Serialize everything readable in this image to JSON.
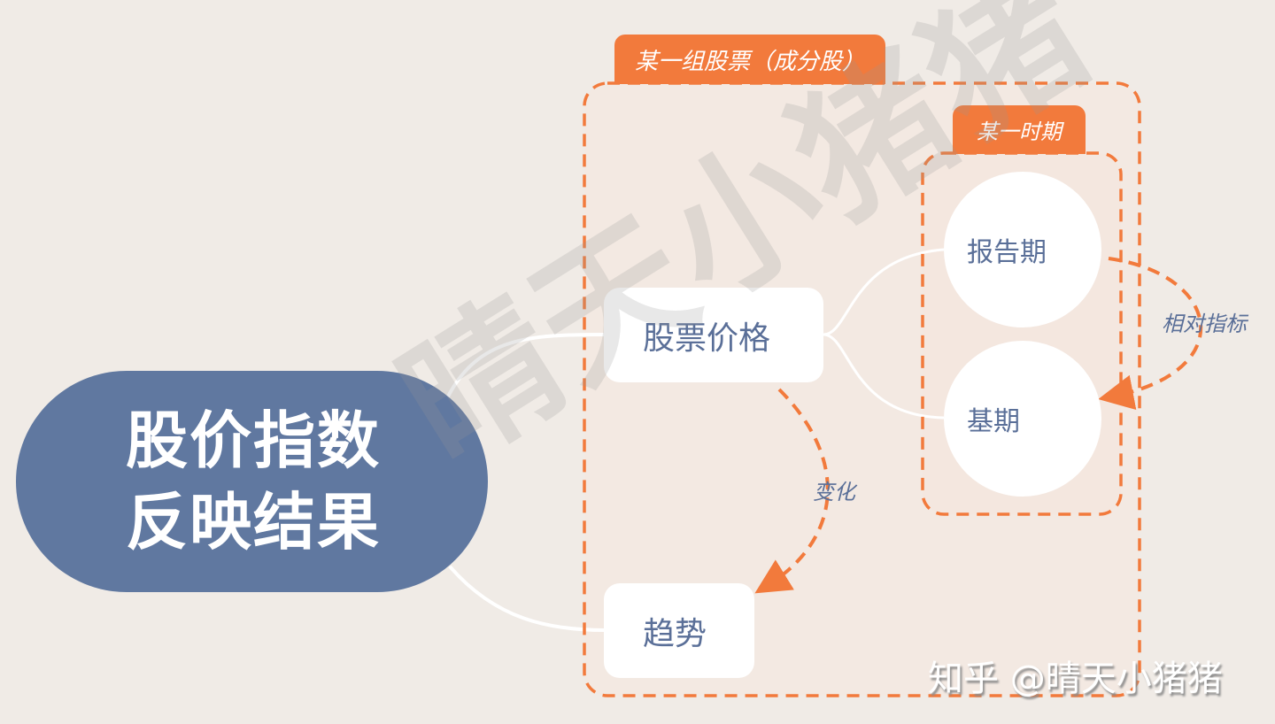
{
  "diagram": {
    "main_node": {
      "line1": "股价指数",
      "line2": "反映结果"
    },
    "stock_group": {
      "label": "某一组股票（成分股）"
    },
    "period_group": {
      "label": "某一时期"
    },
    "nodes": {
      "stock_price": "股票价格",
      "trend": "趋势",
      "report_period": "报告期",
      "base_period": "基期"
    },
    "edges": {
      "price_to_trend": "变化",
      "report_to_base": "相对指标"
    },
    "watermark": "晴天小猪猪",
    "credit": "知乎 @晴天小猪猪"
  },
  "colors": {
    "background": "#f0ebe6",
    "group_fill": "#f3e9e2",
    "accent_orange": "#f27a3c",
    "main_node_blue": "#6078a0",
    "node_text": "#5a6f98",
    "node_fill": "#ffffff"
  }
}
